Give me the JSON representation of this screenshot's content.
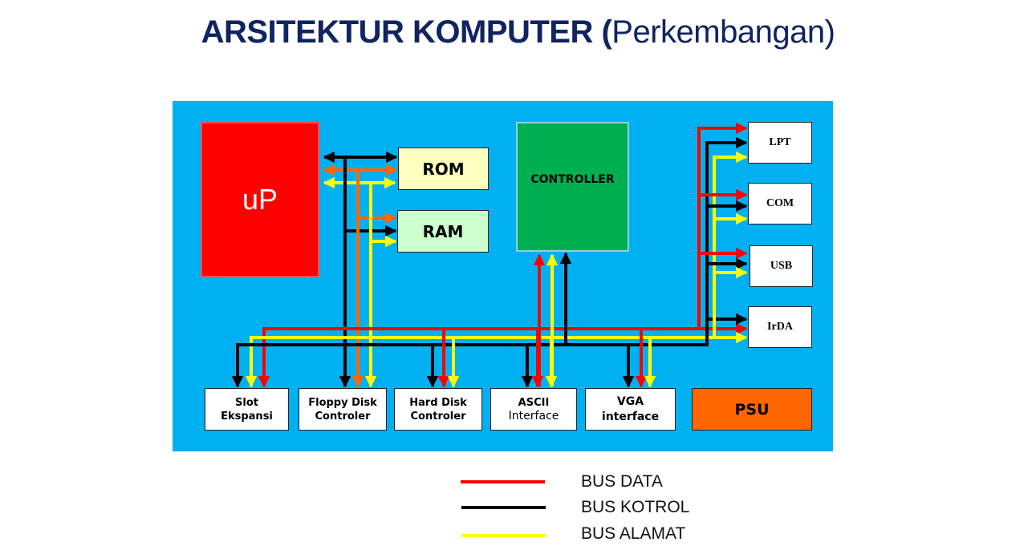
{
  "title": {
    "bold": "ARSITEKTUR KOMPUTER (",
    "normal": "Perkembangan)"
  },
  "colors": {
    "panel": "#00b0f0",
    "bus_data": "#ff0000",
    "bus_kontrol": "#000000",
    "bus_alamat": "#ffff00",
    "internal_data": "#ff6600"
  },
  "blocks": {
    "up": "uP",
    "rom": "ROM",
    "ram": "RAM",
    "controller": "CONTROLLER",
    "psu": "PSU"
  },
  "ports": [
    "LPT",
    "COM",
    "USB",
    "IrDA"
  ],
  "bottom": {
    "slot": [
      "Slot",
      "Ekspansi"
    ],
    "floppy": [
      "Floppy Disk",
      "Controler"
    ],
    "harddisk": [
      "Hard Disk",
      "Controler"
    ],
    "ascii": [
      "ASCII",
      "Interface"
    ],
    "vga": [
      "VGA",
      "interface"
    ]
  },
  "legend": [
    {
      "label": "BUS DATA",
      "color": "#ff0000"
    },
    {
      "label": "BUS KOTROL",
      "color": "#000000"
    },
    {
      "label": "BUS ALAMAT",
      "color": "#ffff00"
    }
  ]
}
